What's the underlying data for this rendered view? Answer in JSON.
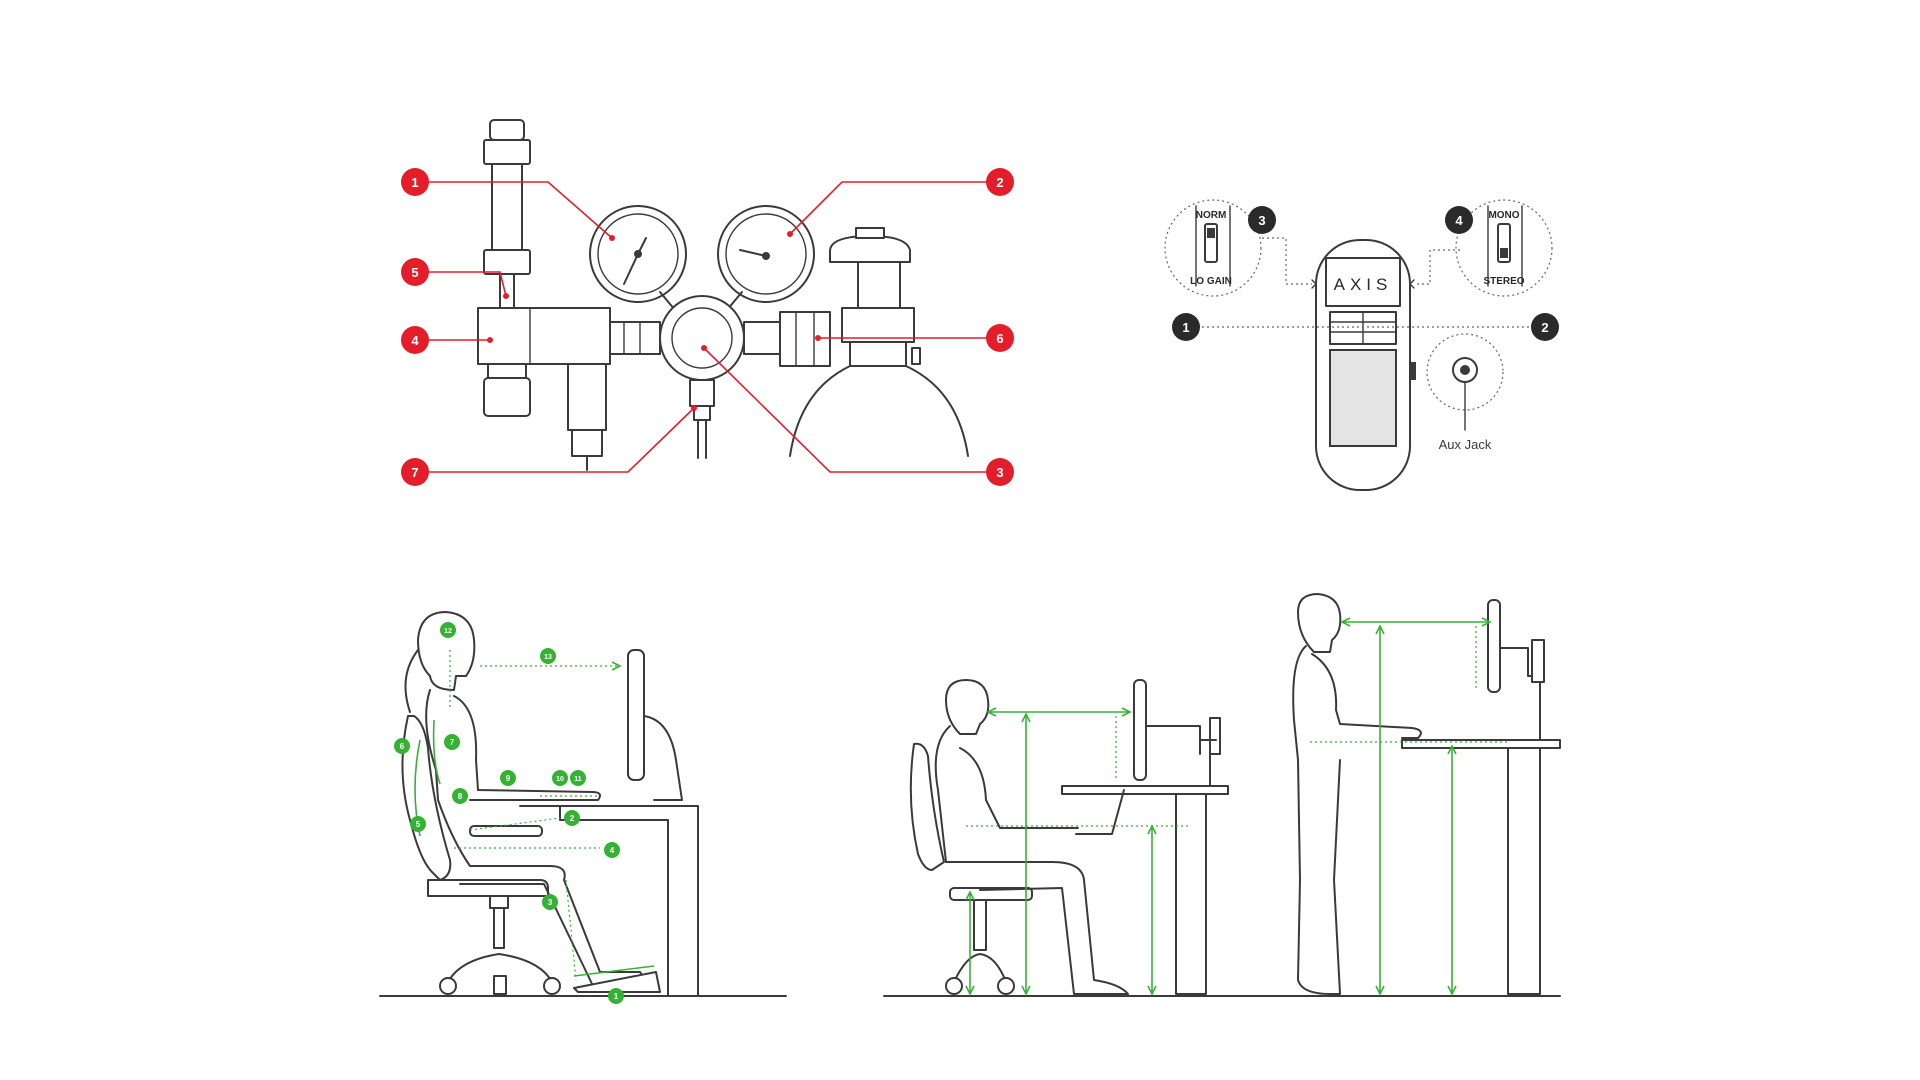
{
  "colors": {
    "red": "#e41d2a",
    "dark": "#2a2a2a",
    "green": "#35b234",
    "line": "#3a3a3a"
  },
  "co2_regulator": {
    "callouts": [
      "1",
      "2",
      "3",
      "4",
      "5",
      "6",
      "7"
    ]
  },
  "axis_device": {
    "brand": "AXIS",
    "switch_left": {
      "top": "NORM",
      "bottom": "LO GAIN"
    },
    "switch_right": {
      "top": "MONO",
      "bottom": "STEREO"
    },
    "aux_label": "Aux Jack",
    "callouts": [
      "1",
      "2",
      "3",
      "4"
    ]
  },
  "ergonomic_seated": {
    "callouts": [
      "1",
      "2",
      "3",
      "4",
      "5",
      "6",
      "7",
      "8",
      "9",
      "10",
      "11",
      "12",
      "13"
    ]
  }
}
